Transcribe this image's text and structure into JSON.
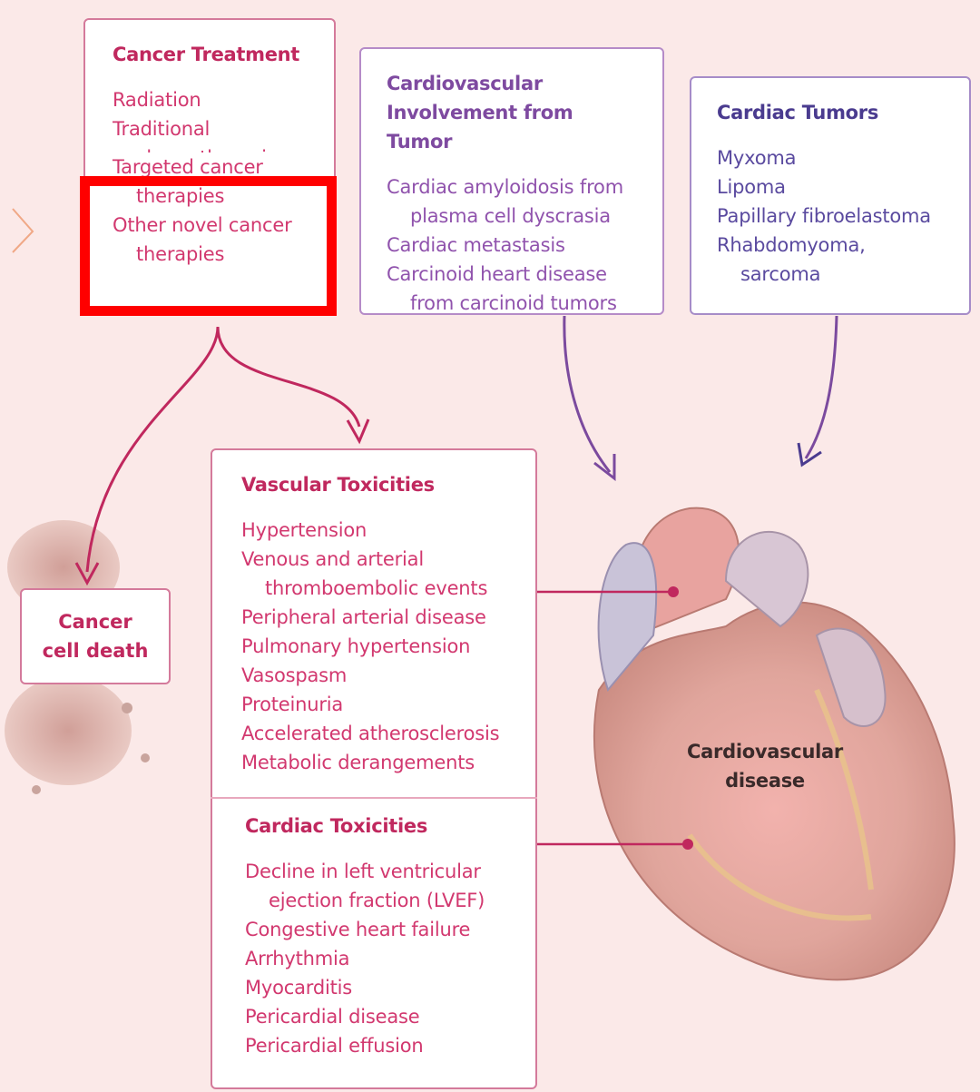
{
  "cancer_treatment": {
    "title": "Cancer Treatment",
    "items": [
      "Radiation",
      "Traditional chemotherapies",
      "Targeted cancer therapies",
      "Other novel cancer therapies"
    ]
  },
  "cv_involvement": {
    "title_line1": "Cardiovascular",
    "title_line2": "Involvement from Tumor",
    "items": [
      "Cardiac amyloidosis from plasma cell dyscrasia",
      "Cardiac metastasis",
      "Carcinoid heart disease from carcinoid tumors"
    ]
  },
  "cardiac_tumors": {
    "title": "Cardiac Tumors",
    "items": [
      "Myxoma",
      "Lipoma",
      "Papillary fibroelastoma",
      "Rhabdomyoma, sarcoma"
    ]
  },
  "vascular_toxicities": {
    "title": "Vascular Toxicities",
    "items": [
      "Hypertension",
      "Venous and arterial thromboembolic events",
      "Peripheral arterial disease",
      "Pulmonary hypertension",
      "Vasospasm",
      "Proteinuria",
      "Accelerated atherosclerosis",
      "Metabolic derangements"
    ]
  },
  "cardiac_toxicities": {
    "title": "Cardiac Toxicities",
    "items": [
      "Decline in left ventricular ejection fraction (LVEF)",
      "Congestive heart failure",
      "Arrhythmia",
      "Myocarditis",
      "Pericardial disease",
      "Pericardial effusion"
    ]
  },
  "cancer_cell_death": {
    "line1": "Cancer",
    "line2": "cell death"
  },
  "heart": {
    "line1": "Cardiovascular",
    "line2": "disease"
  },
  "colors": {
    "pink": "#c0285e",
    "purple": "#4a3b8f",
    "highlight": "#ff0000",
    "background": "#fbe9e8"
  }
}
